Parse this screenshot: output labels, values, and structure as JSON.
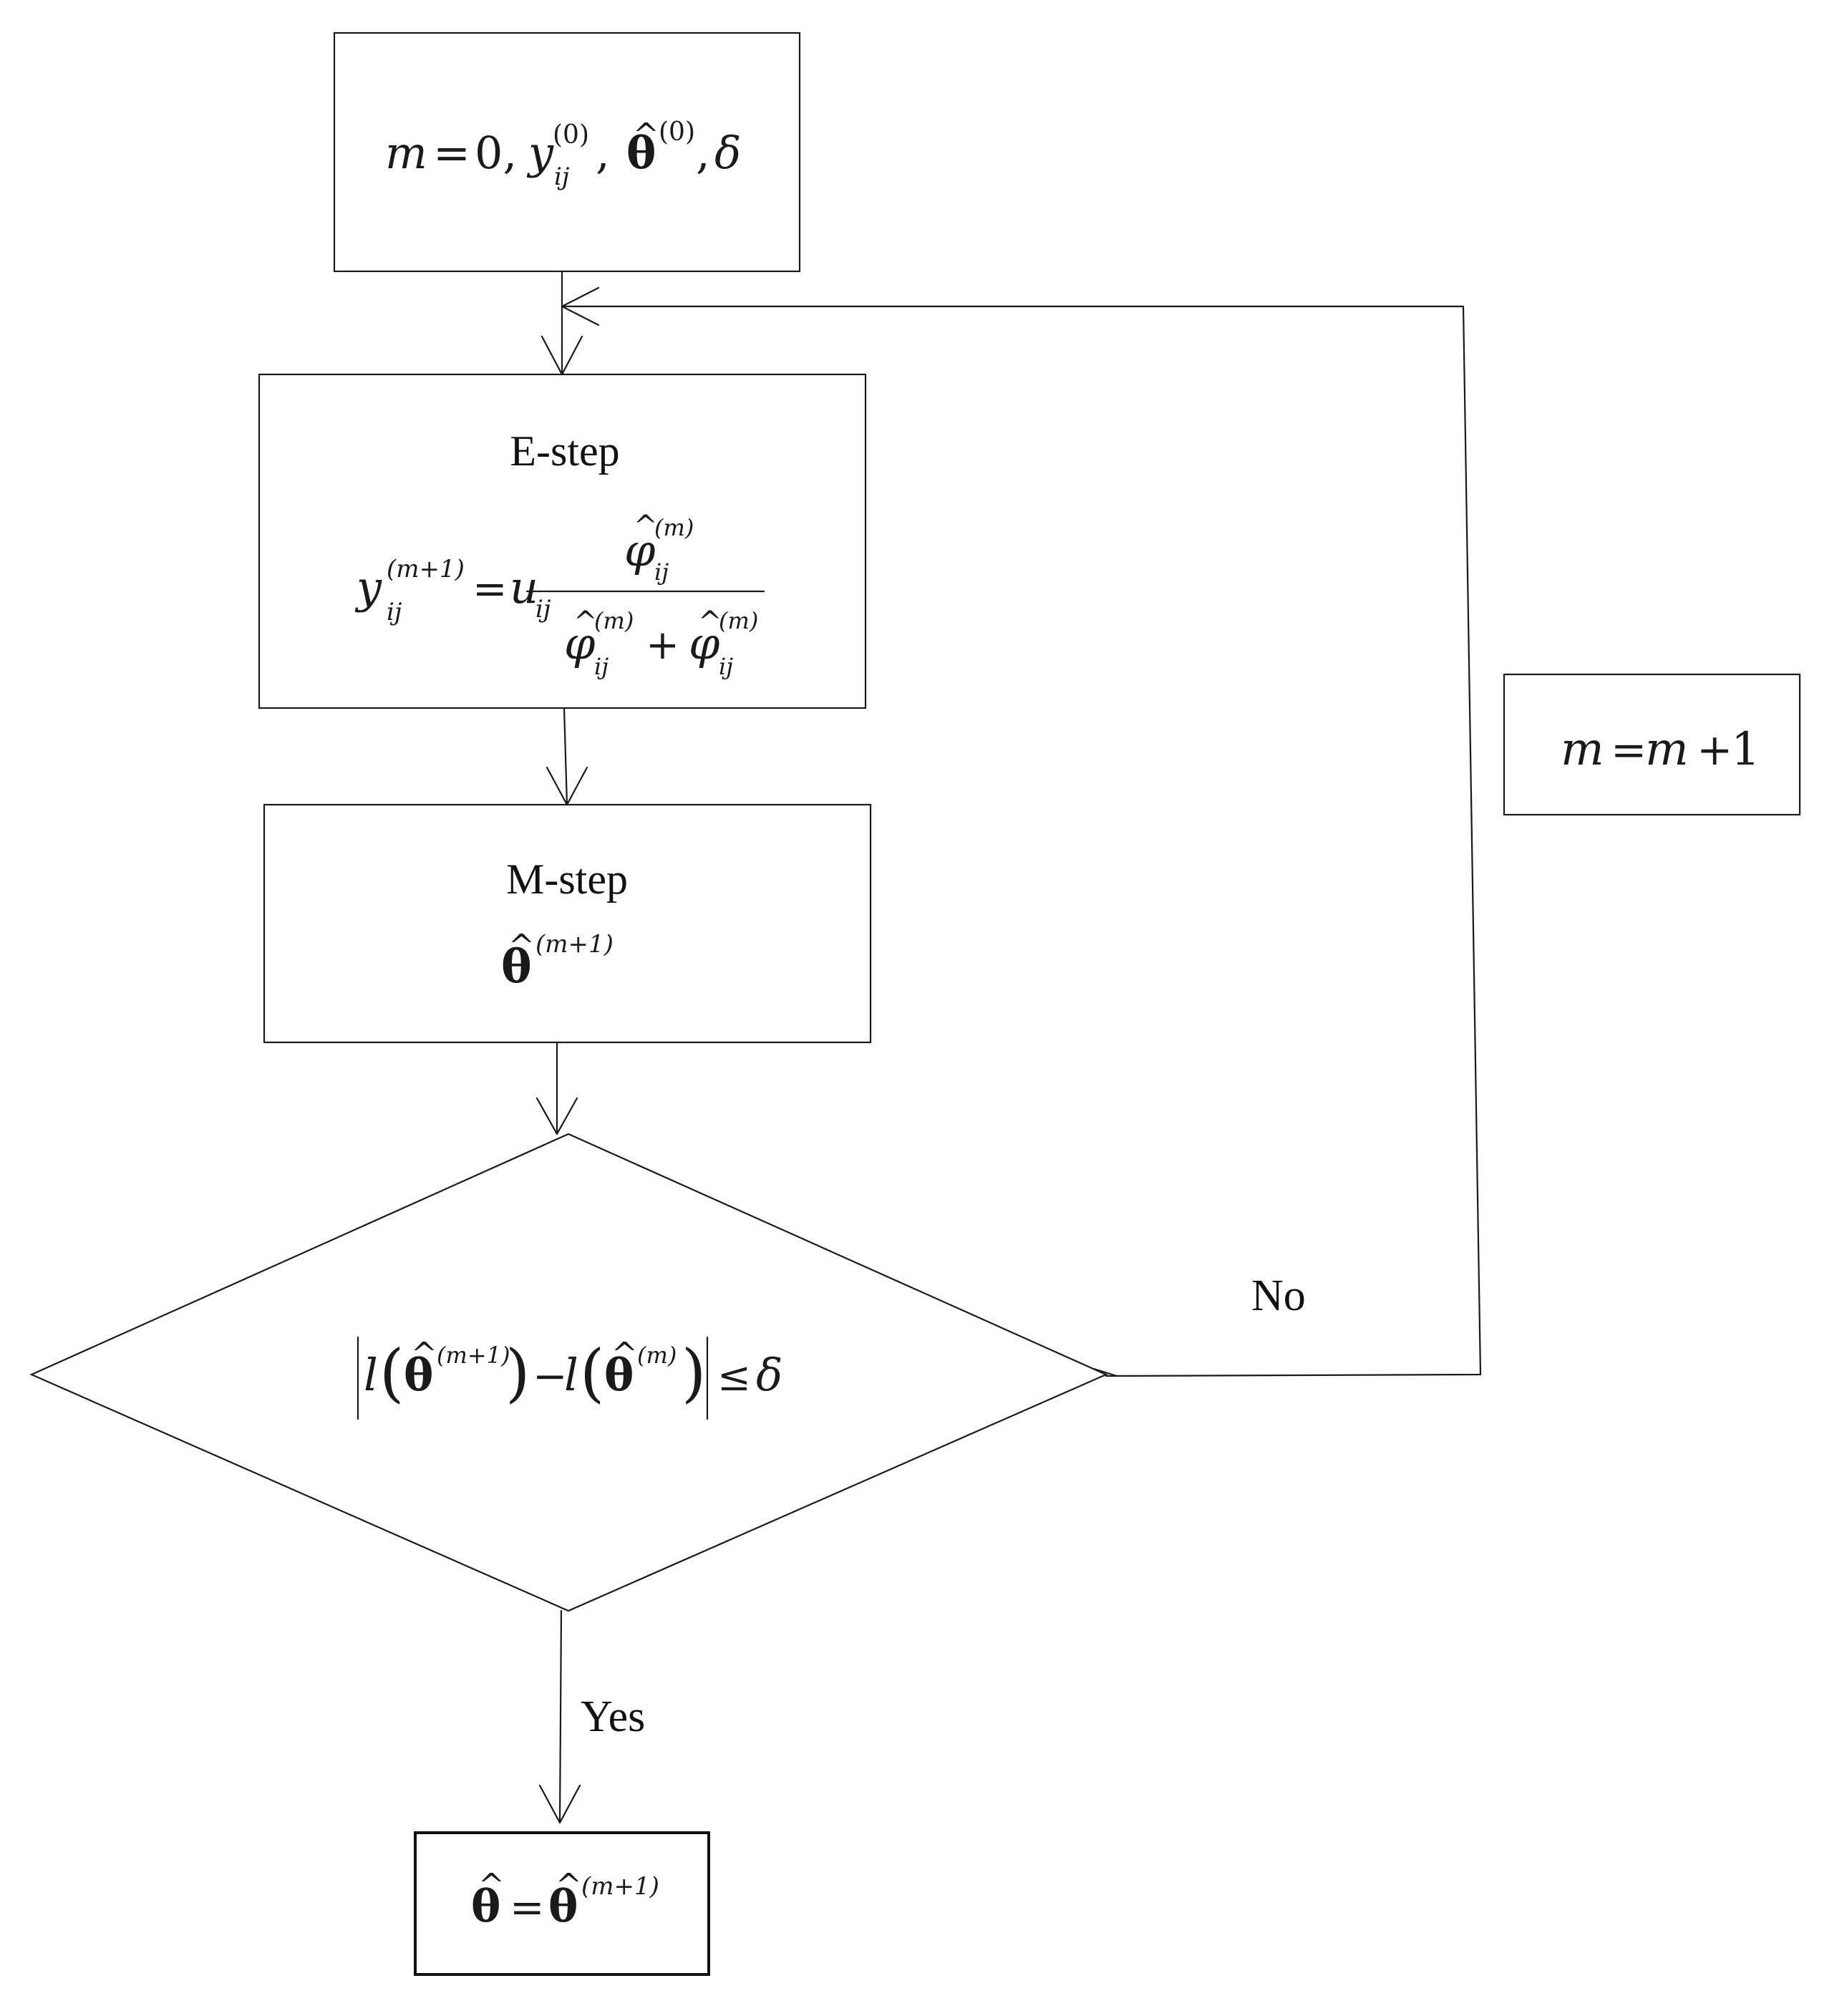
{
  "nodes": {
    "init": {
      "m_var": "m",
      "eq": "=",
      "zero": "0,",
      "y_var": "y",
      "sup0a": "(0)",
      "sub_ij": "ij",
      "comma": ",",
      "theta": "θ",
      "hat": "^",
      "sup0b": "(0)",
      "comma2": ",",
      "delta": "δ"
    },
    "estep": {
      "title": "E-step",
      "y_var": "y",
      "sup_m1": "(m+1)",
      "sub_ij": "ij",
      "eq": "=",
      "u_var": "u",
      "u_sub": "ij",
      "phi": "φ",
      "hat": "^",
      "sup_m": "(m)",
      "phi_sub": "ij",
      "den_phi": "φ",
      "den_phi_sup": "(m)",
      "den_phi_sub": "ij",
      "plus": "+",
      "varphi": "φ",
      "varphi_sup": "(m)",
      "varphi_sub": "ij"
    },
    "mstep": {
      "title": "M-step",
      "theta": "θ",
      "hat": "^",
      "sup_m1": "(m+1)"
    },
    "decision": {
      "l1": "l",
      "open1": "(",
      "theta1": "θ",
      "hat": "^",
      "sup1": "(m+1)",
      "close1": ")",
      "minus": "−",
      "l2": "l",
      "open2": "(",
      "theta2": "θ",
      "sup2": "(m)",
      "close2": ")",
      "leq": "≤",
      "delta": "δ"
    },
    "increment": {
      "m1": "m",
      "eq": "=",
      "m2": "m",
      "plus": "+",
      "one": "1"
    },
    "result": {
      "theta1": "θ",
      "hat": "^",
      "eq": "=",
      "theta2": "θ",
      "sup_m1": "(m+1)"
    }
  },
  "edges": {
    "no_label": "No",
    "yes_label": "Yes"
  }
}
